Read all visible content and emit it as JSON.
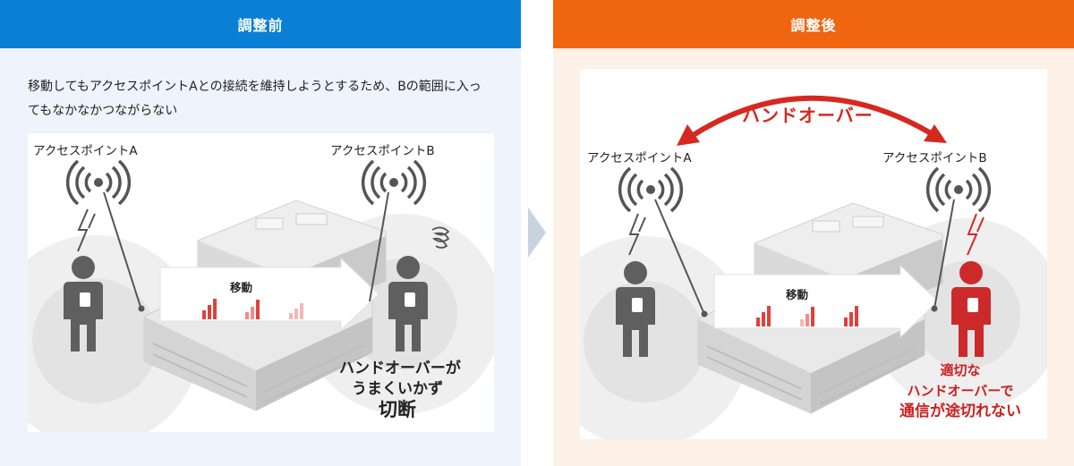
{
  "before": {
    "header": "調整前",
    "description": "移動してもアクセスポイントAとの接続を維持しようとするため、Bの範囲に入ってもなかなかつながらない",
    "ap_a_label": "アクセスポイントA",
    "ap_b_label": "アクセスポイントB",
    "move_label": "移動",
    "caption_line1": "ハンドオーバーが",
    "caption_line2": "うまくいかず",
    "caption_line3": "切断"
  },
  "after": {
    "header": "調整後",
    "handover_label": "ハンドオーバー",
    "ap_a_label": "アクセスポイントA",
    "ap_b_label": "アクセスポイントB",
    "move_label": "移動",
    "caption_line1": "適切な",
    "caption_line2": "ハンドオーバーで",
    "caption_line3": "通信が途切れない"
  },
  "colors": {
    "before_header": "#0a7fd6",
    "after_header": "#f0650f",
    "before_bg": "#eef3fc",
    "after_bg": "#fdf1e8",
    "person_gray": "#5f5f5f",
    "person_red": "#cc2a2a",
    "handover_arrow": "#d7281f",
    "signal_bar": "#e0413c"
  }
}
